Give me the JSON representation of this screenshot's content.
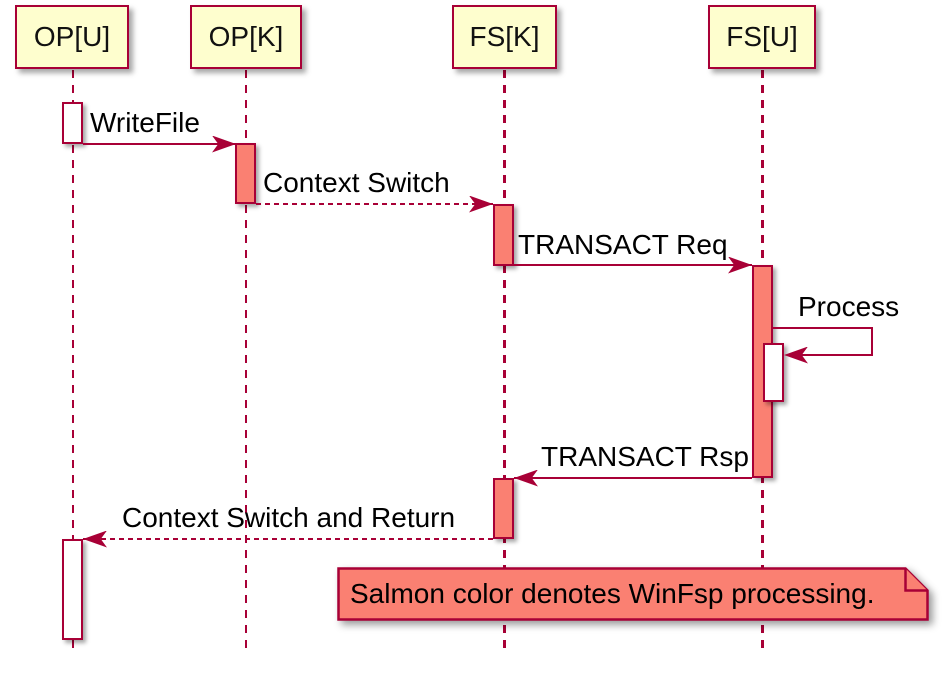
{
  "participants": [
    {
      "id": "op-u",
      "name": "OP[U]"
    },
    {
      "id": "op-k",
      "name": "OP[K]"
    },
    {
      "id": "fs-k",
      "name": "FS[K]"
    },
    {
      "id": "fs-u",
      "name": "FS[U]"
    }
  ],
  "messages": [
    {
      "label": "WriteFile",
      "from": "OP[U]",
      "to": "OP[K]",
      "style": "solid"
    },
    {
      "label": "Context Switch",
      "from": "OP[K]",
      "to": "FS[K]",
      "style": "dashed"
    },
    {
      "label": "TRANSACT Req",
      "from": "FS[K]",
      "to": "FS[U]",
      "style": "solid"
    },
    {
      "label": "Process",
      "from": "FS[U]",
      "to": "FS[U]",
      "style": "self"
    },
    {
      "label": "TRANSACT Rsp",
      "from": "FS[U]",
      "to": "FS[K]",
      "style": "solid"
    },
    {
      "label": "Context Switch and Return",
      "from": "FS[K]",
      "to": "OP[U]",
      "style": "dashed"
    }
  ],
  "note": {
    "text": "Salmon color denotes WinFsp processing."
  },
  "colors": {
    "participant_fill": "#FEFECE",
    "line": "#A80036",
    "salmon": "#FA8072",
    "text": "#000000",
    "background": "#FFFFFF"
  }
}
